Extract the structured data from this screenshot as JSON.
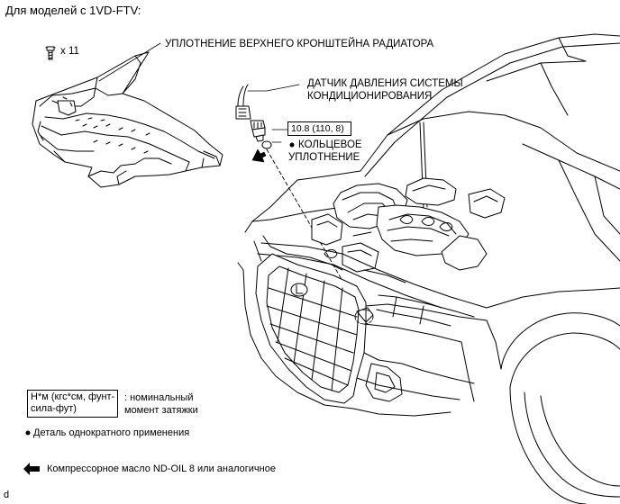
{
  "header": {
    "title": "Для моделей с 1VD-FTV:"
  },
  "callouts": {
    "bolt_count": "x 11",
    "radiator_seal": "УПЛОТНЕНИЕ ВЕРХНЕГО КРОНШТЕЙНА РАДИАТОРА",
    "sensor_line1": "ДАТЧИК ДАВЛЕНИЯ СИСТЕМЫ",
    "sensor_line2": "КОНДИЦИОНИРОВАНИЯ",
    "torque": "10.8 (110, 8)",
    "oring_line1": "КОЛЬЦЕВОЕ",
    "oring_line2": "УПЛОТНЕНИЕ"
  },
  "legend": {
    "torque_units_line1": "Н*м (кгс*см, фунт-",
    "torque_units_line2": "сила-фут)",
    "torque_desc_line1": ": номинальный",
    "torque_desc_line2": "момент затяжки",
    "single_use": "Деталь однократного применения",
    "oil": "Компрессорное масло ND-OIL 8 или аналогичное"
  },
  "footer": {
    "code": "d"
  },
  "colors": {
    "line": "#000000",
    "background": "#ffffff"
  }
}
